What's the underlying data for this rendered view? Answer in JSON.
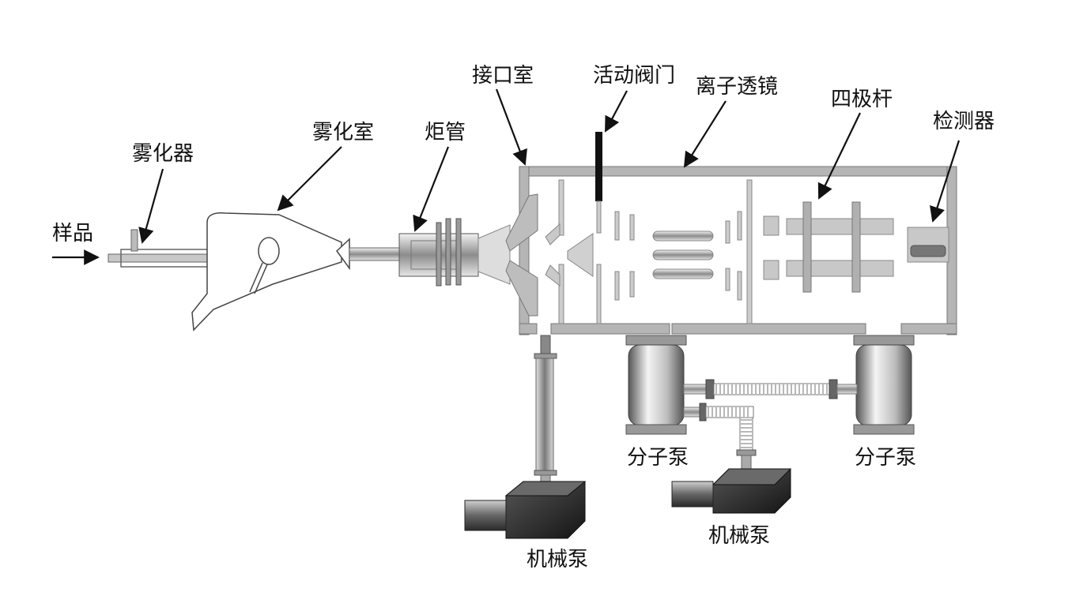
{
  "labels": {
    "sample": "样品",
    "nebulizer": "雾化器",
    "spray_chamber": "雾化室",
    "torch": "炬管",
    "interface_chamber": "接口室",
    "gate_valve": "活动阀门",
    "ion_lens": "离子透镜",
    "quadrupole": "四极杆",
    "detector": "检测器",
    "turbo_pump_1": "分子泵",
    "turbo_pump_2": "分子泵",
    "rough_pump_1": "机械泵",
    "rough_pump_2": "机械泵"
  }
}
